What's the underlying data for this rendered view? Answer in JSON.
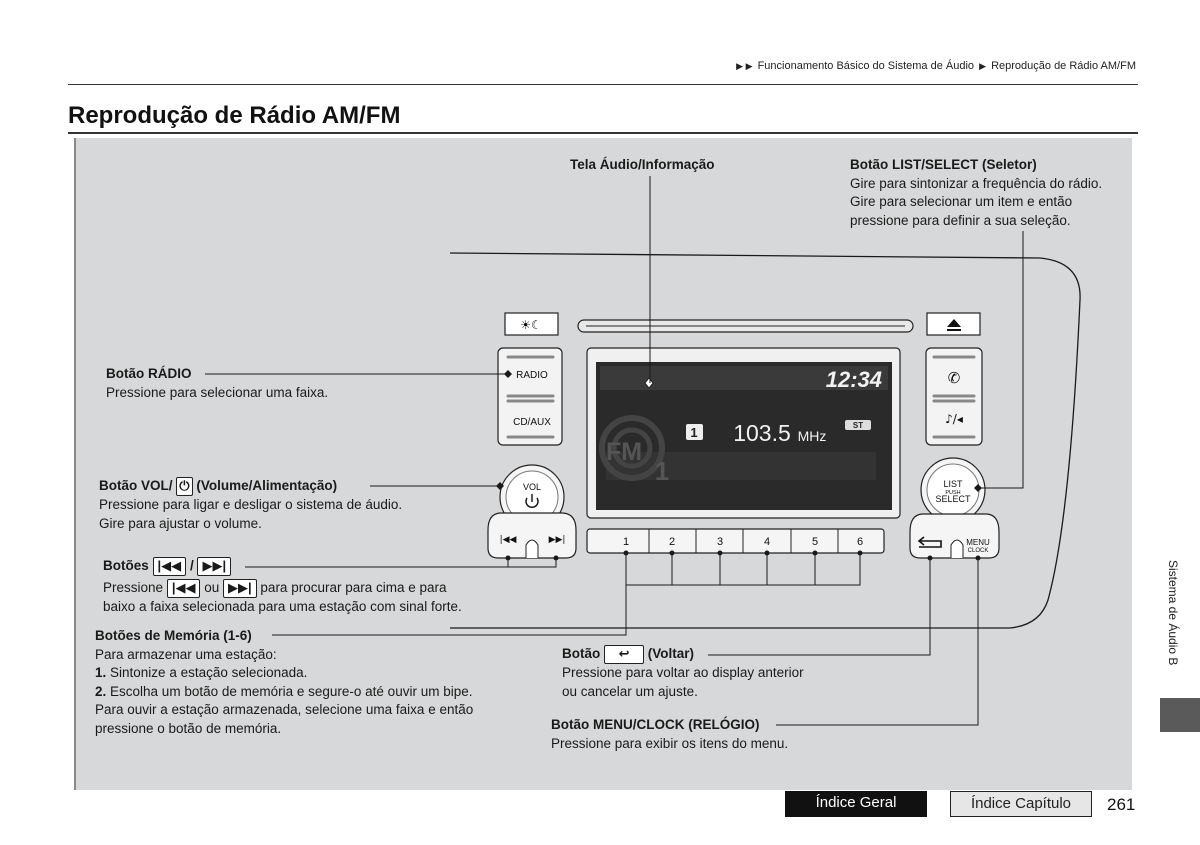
{
  "breadcrumb": {
    "arrows": "▶ ▶",
    "part1": "Funcionamento Básico do Sistema de Áudio",
    "sep": "▶",
    "part2": "Reprodução de Rádio AM/FM"
  },
  "page_title": "Reprodução de Rádio AM/FM",
  "display": {
    "clock": "12:34",
    "preset": "1",
    "frequency": "103.5",
    "unit": "MHz",
    "stereo": "ST",
    "band": "FM",
    "band_sub": "1"
  },
  "device_buttons": {
    "radio": "RADIO",
    "cdaux": "CD/AUX",
    "vol": "VOL",
    "list": "LIST",
    "push": "PUSH",
    "select": "SELECT",
    "menu": "MENU",
    "clock": "CLOCK",
    "presets": [
      "1",
      "2",
      "3",
      "4",
      "5",
      "6"
    ]
  },
  "callouts": {
    "tela": {
      "title": "Tela Áudio/Informação"
    },
    "list": {
      "title": "Botão LIST/SELECT (Seletor)",
      "l1": "Gire para sintonizar a frequência do rádio.",
      "l2": "Gire para selecionar um item e então",
      "l3": "pressione para definir a sua seleção."
    },
    "radio": {
      "title": "Botão RÁDIO",
      "l1": "Pressione para selecionar uma faixa."
    },
    "vol": {
      "title_a": "Botão VOL/",
      "title_b": "(Volume/Alimentação)",
      "l1": "Pressione para ligar e desligar o sistema de áudio.",
      "l2": "Gire para ajustar o volume."
    },
    "seek": {
      "title": "Botões",
      "slash": "/",
      "l1a": "Pressione",
      "l1b": "ou",
      "l1c": "para procurar para cima e para",
      "l2": "baixo a faixa selecionada para uma estação com sinal forte."
    },
    "memory": {
      "title": "Botões de Memória (1-6)",
      "l1": "Para armazenar uma estação:",
      "n1": "1.",
      "l2": "Sintonize a estação selecionada.",
      "n2": "2.",
      "l3": "Escolha um botão de memória e segure-o até ouvir um bipe.",
      "l4": "Para ouvir a estação armazenada, selecione uma faixa e então",
      "l5": "pressione o botão de memória."
    },
    "back": {
      "title_a": "Botão",
      "title_b": "(Voltar)",
      "l1": "Pressione para voltar ao display anterior",
      "l2": "ou cancelar um ajuste."
    },
    "menu": {
      "title": "Botão MENU/CLOCK (RELÓGIO)",
      "l1": "Pressione para exibir os itens do menu."
    }
  },
  "side_tab": "Sistema de Áudio B",
  "footer": {
    "index_general": "Índice Geral",
    "index_chapter": "Índice Capítulo",
    "page_number": "261"
  },
  "icons": [
    "play-triangle-icon",
    "day-night-icon",
    "eject-icon",
    "phone-icon",
    "music-note-icon",
    "power-icon",
    "skip-back-icon",
    "skip-forward-icon",
    "back-arrow-icon"
  ]
}
